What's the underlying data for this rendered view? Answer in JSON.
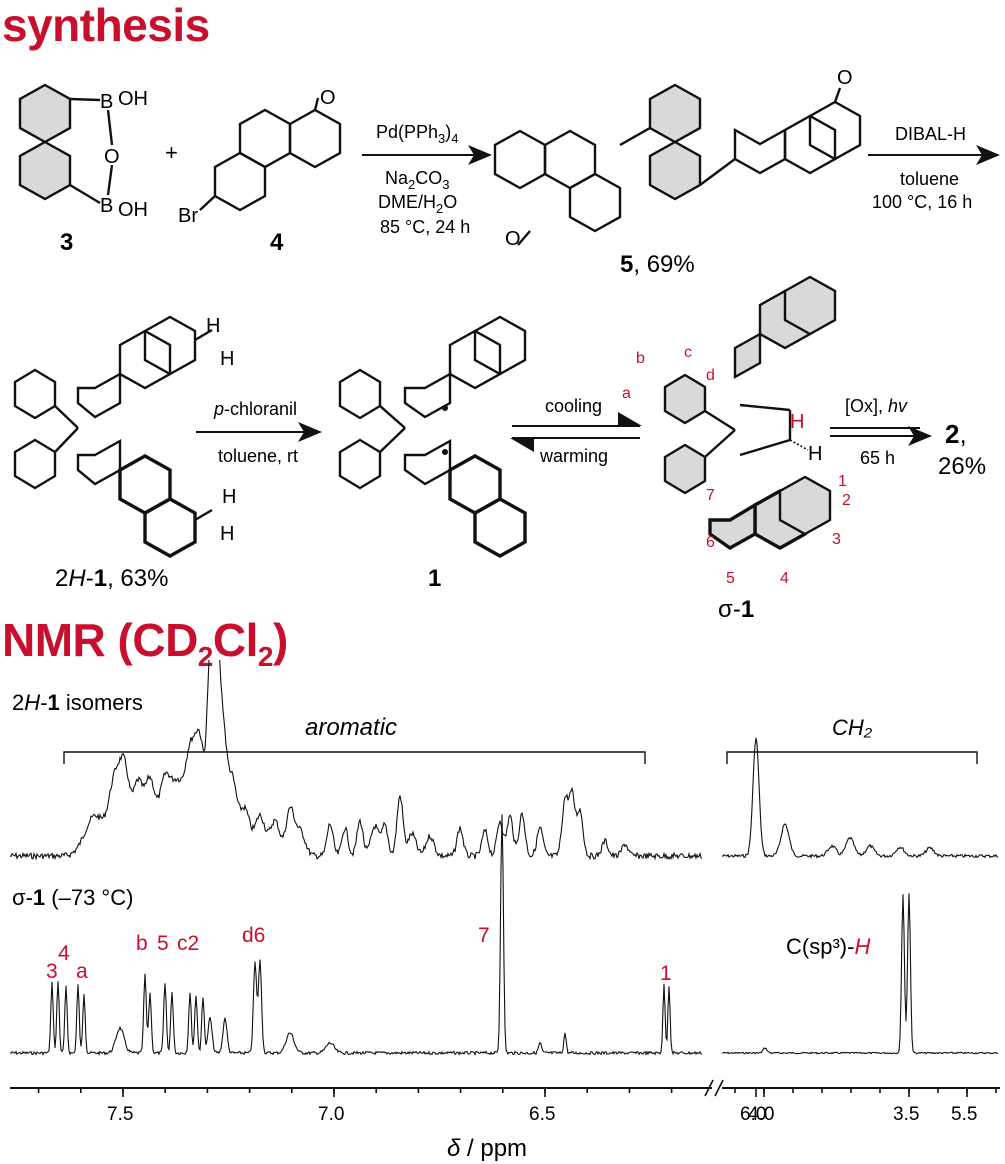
{
  "sections": {
    "synthesis": "synthesis",
    "nmr_prefix": "NMR (CD",
    "nmr_sub1": "2",
    "nmr_mid": "Cl",
    "nmr_sub2": "2",
    "nmr_suffix": ")"
  },
  "colors": {
    "accent": "#c8102e",
    "ink": "#111111",
    "ring_fill": "#d9d9d9"
  },
  "row1": {
    "cmp3": {
      "label": "3",
      "oh1": "OH",
      "oh2": "OH",
      "b1": "B",
      "b2": "B",
      "o": "O"
    },
    "plus": "+",
    "cmp4": {
      "label": "4",
      "br": "Br",
      "o": "O"
    },
    "arrow1": {
      "line1_a": "Pd(PPh",
      "line1_sub": "3",
      "line1_b": ")",
      "line1_sub2": "4",
      "line2_a": "Na",
      "line2_sub": "2",
      "line2_b": "CO",
      "line2_sub2": "3",
      "line3_a": "DME/H",
      "line3_sub": "2",
      "line3_b": "O",
      "line4": "85 °C, 24 h"
    },
    "cmp5": {
      "label": "5",
      "yield": ", 69%",
      "o1": "O",
      "o2": "O"
    },
    "arrow2": {
      "top": "DIBAL-H",
      "bottom1": "toluene",
      "bottom2": "100 °C, 16 h"
    }
  },
  "row2": {
    "cmp2h1": {
      "label_a": "2",
      "label_it": "H",
      "label_b": "-",
      "label_bold": "1",
      "yield": ", 63%",
      "h1": "H",
      "h2": "H",
      "h3": "H",
      "h4": "H"
    },
    "arrow3": {
      "top_it": "p",
      "top": "-chloranil",
      "bottom": "toluene, rt"
    },
    "cmp1": {
      "label": "1"
    },
    "equil": {
      "top": "cooling",
      "bottom": "warming"
    },
    "cmpsigma": {
      "label_a": "σ-",
      "label_bold": "1",
      "letters": [
        "b",
        "c",
        "a",
        "d"
      ],
      "numbers": [
        "1",
        "2",
        "3",
        "4",
        "5",
        "6",
        "7"
      ],
      "h_red": "H",
      "h_black": "H"
    },
    "arrow4": {
      "top_a": "[Ox], ",
      "top_it": "hv",
      "bottom": "65 h"
    },
    "product": {
      "label_bold": "2",
      "comma": ",",
      "yield": "26%"
    }
  },
  "nmr": {
    "trace1_label": {
      "a": "2",
      "it": "H",
      "b": "-",
      "bold": "1",
      "c": " isomers"
    },
    "aromatic_label": "aromatic",
    "ch2_label": "CH₂",
    "trace2_label": {
      "a": "σ-",
      "bold": "1",
      "c": " (–73 °C)"
    },
    "peak_labels": [
      "3",
      "4",
      "a",
      "b",
      "5",
      "c2",
      "d6",
      "7",
      "1"
    ],
    "csp3": {
      "a": "C(sp³)-",
      "it": "H"
    },
    "axis_title_it": "δ",
    "axis_title": " / ppm",
    "ticks_left": [
      "7.5",
      "7.0",
      "6.5",
      "6.0",
      "5.5"
    ],
    "ticks_right": [
      "4.0",
      "3.5"
    ]
  }
}
